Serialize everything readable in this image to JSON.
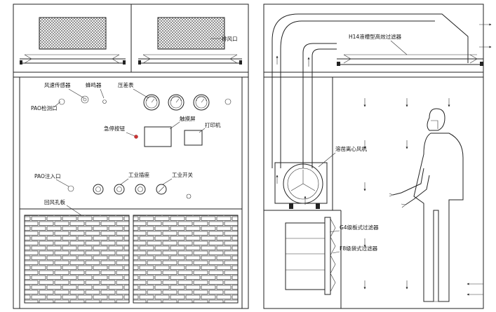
{
  "labels": {
    "exhaust_outlet": "排风口",
    "wind_speed_sensor": "风速传感器",
    "buzzer": "蜂鸣器",
    "pressure_gauge": "压差表",
    "pao_test_port": "PAO检测口",
    "emergency_stop": "急停按钮",
    "touch_screen": "触摸屏",
    "printer": "打印机",
    "pao_injection": "PAO注入口",
    "industrial_socket": "工业插座",
    "industrial_switch": "工业开关",
    "return_air_panel": "回风孔板",
    "h14_filter": "H14液槽型高效过滤器",
    "centrifugal_fan": "溶凿离心风机",
    "g4_filter": "G4级板式过滤器",
    "f8_filter": "F8级袋式过滤器"
  }
}
